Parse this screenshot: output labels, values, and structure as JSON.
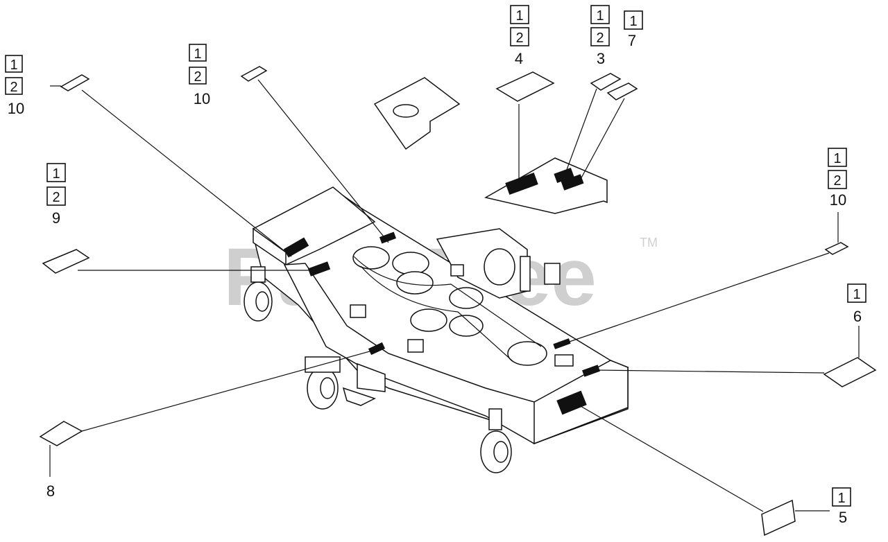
{
  "watermark": {
    "text": "PartsTree",
    "tm": "TM"
  },
  "callouts": [
    {
      "id": "c10-left",
      "label": "10",
      "ref_boxes": [
        "1",
        "2"
      ]
    },
    {
      "id": "c10-mid",
      "label": "10",
      "ref_boxes": [
        "1",
        "2"
      ]
    },
    {
      "id": "c9",
      "label": "9",
      "ref_boxes": [
        "1",
        "2"
      ]
    },
    {
      "id": "c4",
      "label": "4",
      "ref_boxes": [
        "1",
        "2"
      ]
    },
    {
      "id": "c3",
      "label": "3",
      "ref_boxes": [
        "1",
        "2"
      ]
    },
    {
      "id": "c7",
      "label": "7",
      "ref_boxes": [
        "1"
      ]
    },
    {
      "id": "c10-right",
      "label": "10",
      "ref_boxes": [
        "1",
        "2"
      ]
    },
    {
      "id": "c6",
      "label": "6",
      "ref_boxes": [
        "1"
      ]
    },
    {
      "id": "c8",
      "label": "8",
      "ref_boxes": []
    },
    {
      "id": "c5",
      "label": "5",
      "ref_boxes": [
        "1"
      ]
    }
  ]
}
